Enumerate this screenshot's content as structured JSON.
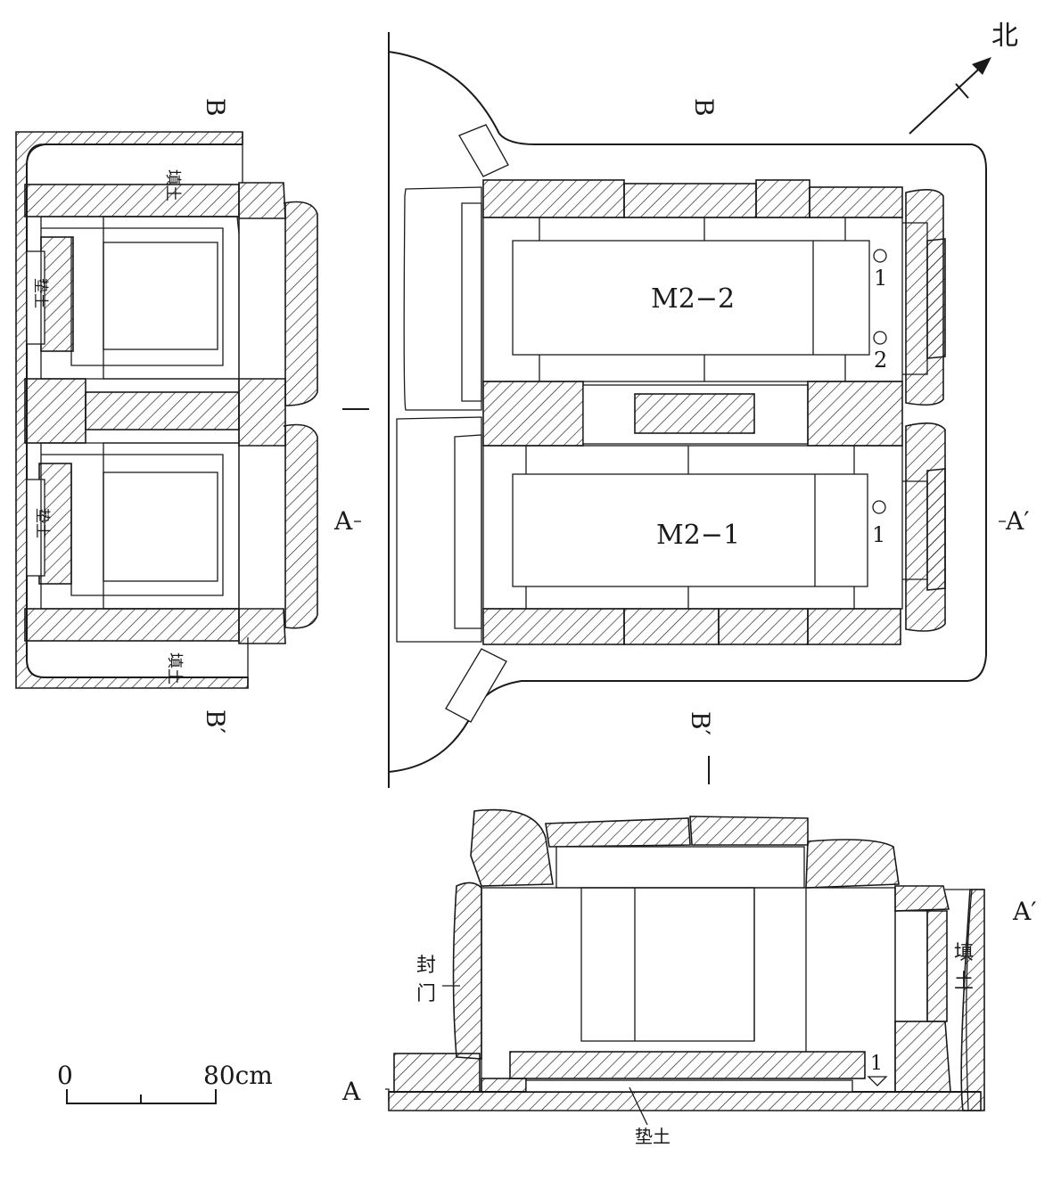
{
  "north": {
    "label": "北"
  },
  "section_markers": {
    "b": "B",
    "b_prime": "B′",
    "a": "A",
    "a_prime": "A′"
  },
  "tombs": {
    "upper": "M2−2",
    "lower": "M2−1"
  },
  "artifacts": {
    "upper_1": "1",
    "upper_2": "2",
    "lower_1": "1",
    "section_1": "1"
  },
  "fill_labels": {
    "fill": "填土",
    "pad": "垫土",
    "sealed_door": "封门"
  },
  "scale_bar": {
    "start": "0",
    "end": "80cm"
  }
}
